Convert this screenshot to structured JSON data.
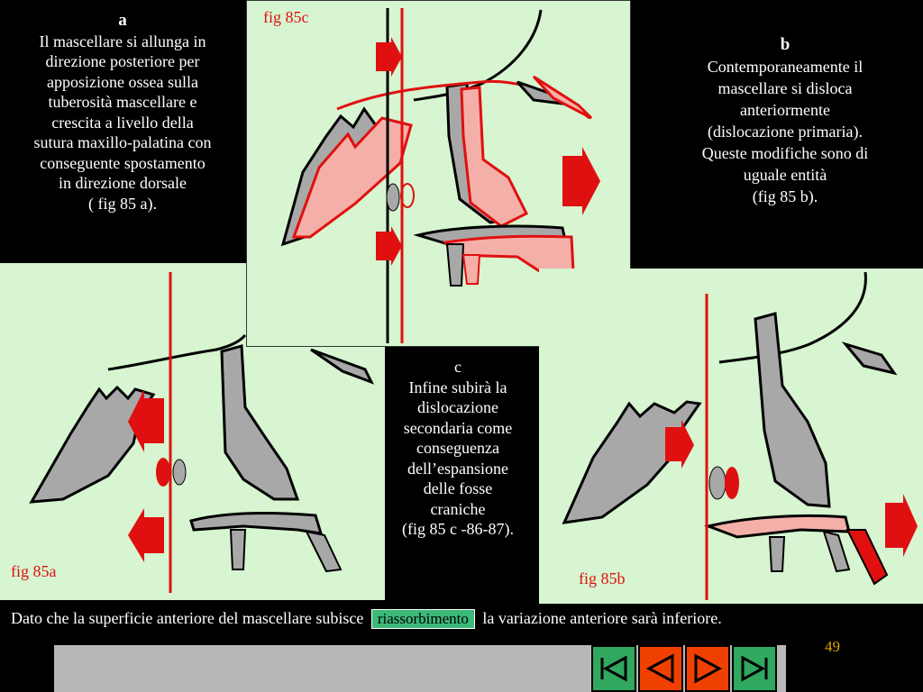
{
  "text_a": {
    "heading": "a",
    "lines": [
      "Il mascellare si allunga  in",
      "direzione posteriore per",
      "apposizione ossea sulla",
      "tuberosità mascellare  e",
      "crescita a livello della",
      "sutura maxillo-palatina con",
      "conseguente spostamento",
      "in direzione dorsale",
      "( fig 85 a)."
    ]
  },
  "text_b": {
    "heading": "b",
    "lines": [
      "Contemporaneamente  il",
      "mascellare  si disloca",
      "anteriormente",
      "(dislocazione primaria).",
      "Queste modifiche sono di",
      "uguale entità",
      "(fig 85 b)."
    ]
  },
  "text_c": {
    "heading": "c",
    "lines": [
      "Infine  subirà la",
      "dislocazione",
      "secondaria come",
      "conseguenza",
      "dell’espansione",
      "delle fosse",
      "craniche",
      "(fig 85 c -86-87)."
    ]
  },
  "figures": {
    "fig_c_label": "fig 85c",
    "fig_a_label": "fig 85a",
    "fig_b_label": "fig 85b"
  },
  "bottom": {
    "before": "Dato che la superficie anteriore del mascellare subisce",
    "highlight": "riassorbimento",
    "after": "la variazione anteriore sarà inferiore."
  },
  "page_number": "49",
  "colors": {
    "background": "#000000",
    "panel": "#d6f5d0",
    "accent_red": "#e01010",
    "bone_gray": "#a8a8a8",
    "bone_pink": "#f4b0a8",
    "highlight_green": "#3cb878",
    "page_number": "#d9a400"
  },
  "nav": [
    "first-slide-icon",
    "previous-slide-icon",
    "next-slide-icon",
    "last-slide-icon"
  ]
}
